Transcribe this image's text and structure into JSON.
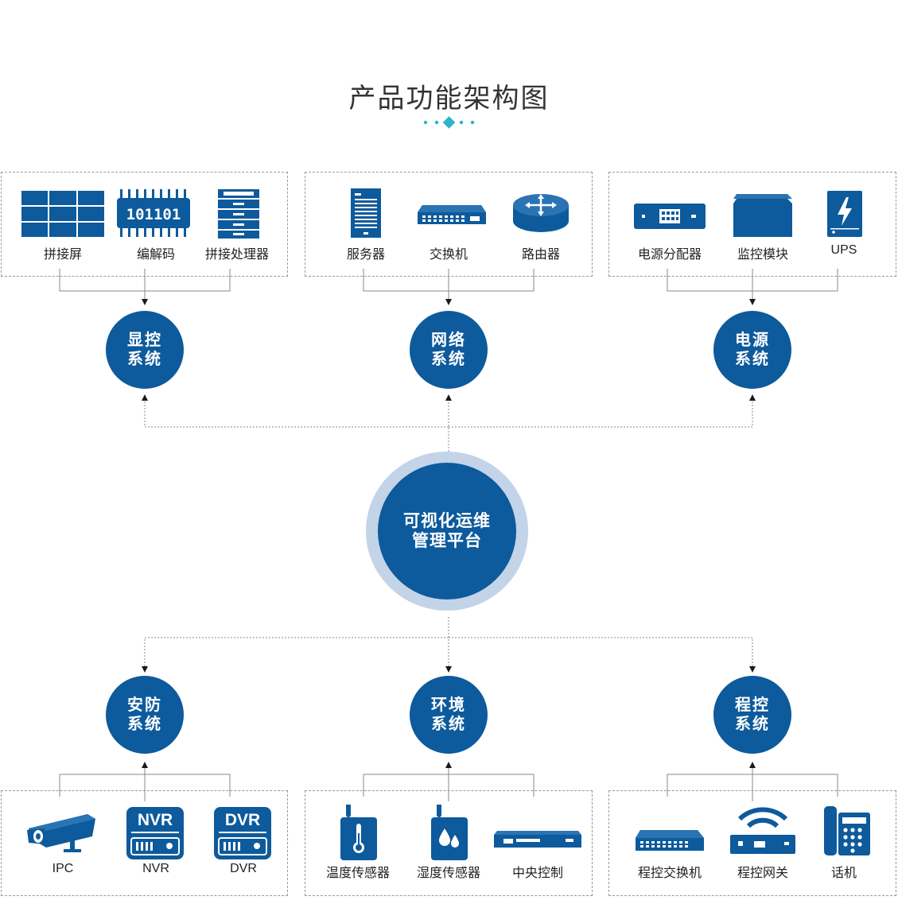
{
  "title": "产品功能架构图",
  "colors": {
    "primary": "#0d5a9c",
    "accent": "#2ab5c8",
    "halo": "#c3d3e8"
  },
  "center": {
    "line1": "可视化运维",
    "line2": "管理平台"
  },
  "groups": [
    {
      "line1": "显控",
      "line2": "系统",
      "items": [
        {
          "label": "拼接屏",
          "icon": "video-wall-icon"
        },
        {
          "label": "编解码",
          "icon": "codec-chip-icon"
        },
        {
          "label": "拼接处理器",
          "icon": "splice-processor-icon"
        }
      ]
    },
    {
      "line1": "网络",
      "line2": "系统",
      "items": [
        {
          "label": "服务器",
          "icon": "server-icon"
        },
        {
          "label": "交换机",
          "icon": "switch-icon"
        },
        {
          "label": "路由器",
          "icon": "router-icon"
        }
      ]
    },
    {
      "line1": "电源",
      "line2": "系统",
      "items": [
        {
          "label": "电源分配器",
          "icon": "power-distributor-icon"
        },
        {
          "label": "监控模块",
          "icon": "monitor-module-icon"
        },
        {
          "label": "UPS",
          "icon": "ups-icon"
        }
      ]
    },
    {
      "line1": "安防",
      "line2": "系统",
      "items": [
        {
          "label": "IPC",
          "icon": "ip-camera-icon"
        },
        {
          "label": "NVR",
          "icon": "nvr-icon",
          "badge": "NVR"
        },
        {
          "label": "DVR",
          "icon": "dvr-icon",
          "badge": "DVR"
        }
      ]
    },
    {
      "line1": "环境",
      "line2": "系统",
      "items": [
        {
          "label": "温度传感器",
          "icon": "temperature-sensor-icon"
        },
        {
          "label": "湿度传感器",
          "icon": "humidity-sensor-icon"
        },
        {
          "label": "中央控制",
          "icon": "central-control-icon"
        }
      ]
    },
    {
      "line1": "程控",
      "line2": "系统",
      "items": [
        {
          "label": "程控交换机",
          "icon": "pbx-switch-icon"
        },
        {
          "label": "程控网关",
          "icon": "pbx-gateway-icon"
        },
        {
          "label": "话机",
          "icon": "telephone-icon"
        }
      ]
    }
  ]
}
